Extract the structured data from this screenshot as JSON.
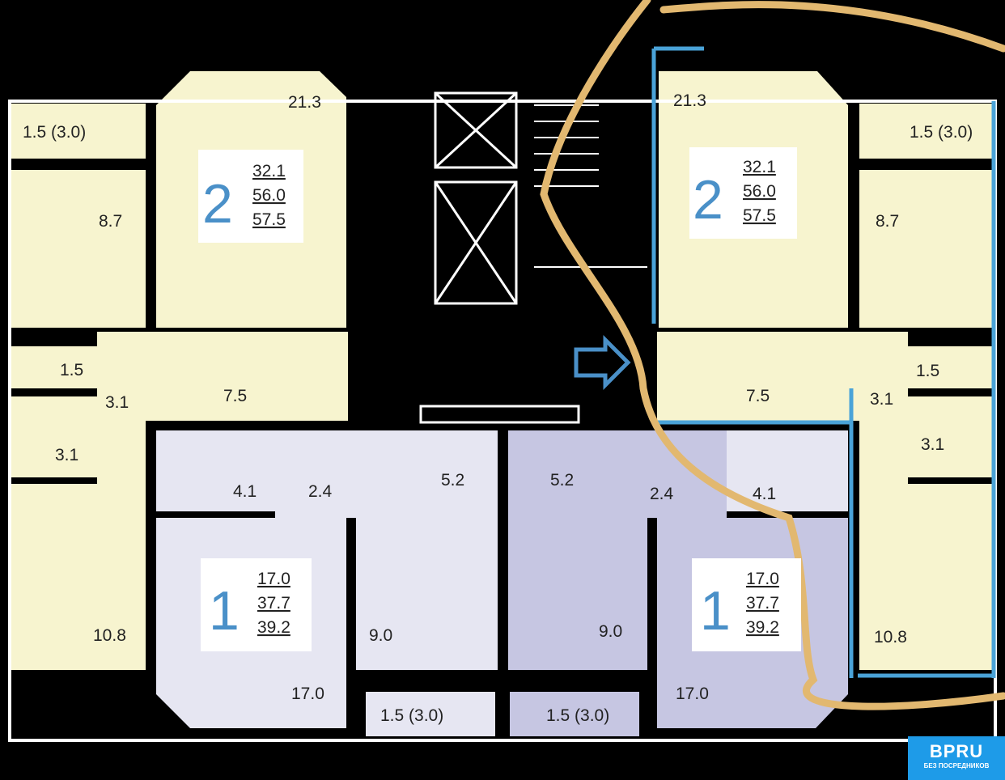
{
  "colors": {
    "two_room": "#f7f4cf",
    "one_room_left": "#e6e6f2",
    "one_room_right": "#c6c6e2",
    "accent": "#4a90c8",
    "marker": "#e2b870",
    "logo_bg": "#1e9be8"
  },
  "left_two_room": {
    "rooms": "2",
    "areas": [
      "32.1",
      "56.0",
      "57.5"
    ],
    "balcony": "1.5 (3.0)",
    "kitchen": "8.7",
    "living": "21.3",
    "toilet": "1.5",
    "bath": "3.1",
    "corridor": "3.1",
    "hall": "7.5",
    "bedroom": "10.8"
  },
  "right_two_room": {
    "rooms": "2",
    "areas": [
      "32.1",
      "56.0",
      "57.5"
    ],
    "balcony": "1.5 (3.0)",
    "kitchen": "8.7",
    "living": "21.3",
    "toilet": "1.5",
    "bath": "3.1",
    "corridor": "3.1",
    "hall": "7.5",
    "bedroom": "10.8"
  },
  "left_one_room": {
    "rooms": "1",
    "areas": [
      "17.0",
      "37.7",
      "39.2"
    ],
    "bath": "4.1",
    "corridor": "2.4",
    "hall": "5.2",
    "kitchen": "9.0",
    "living": "17.0",
    "balcony": "1.5 (3.0)"
  },
  "right_one_room": {
    "rooms": "1",
    "areas": [
      "17.0",
      "37.7",
      "39.2"
    ],
    "bath": "4.1",
    "corridor": "2.4",
    "hall": "5.2",
    "kitchen": "9.0",
    "living": "17.0",
    "balcony": "1.5 (3.0)"
  },
  "logo": {
    "title": "BPRU",
    "subtitle": "БЕЗ ПОСРЕДНИКОВ"
  }
}
